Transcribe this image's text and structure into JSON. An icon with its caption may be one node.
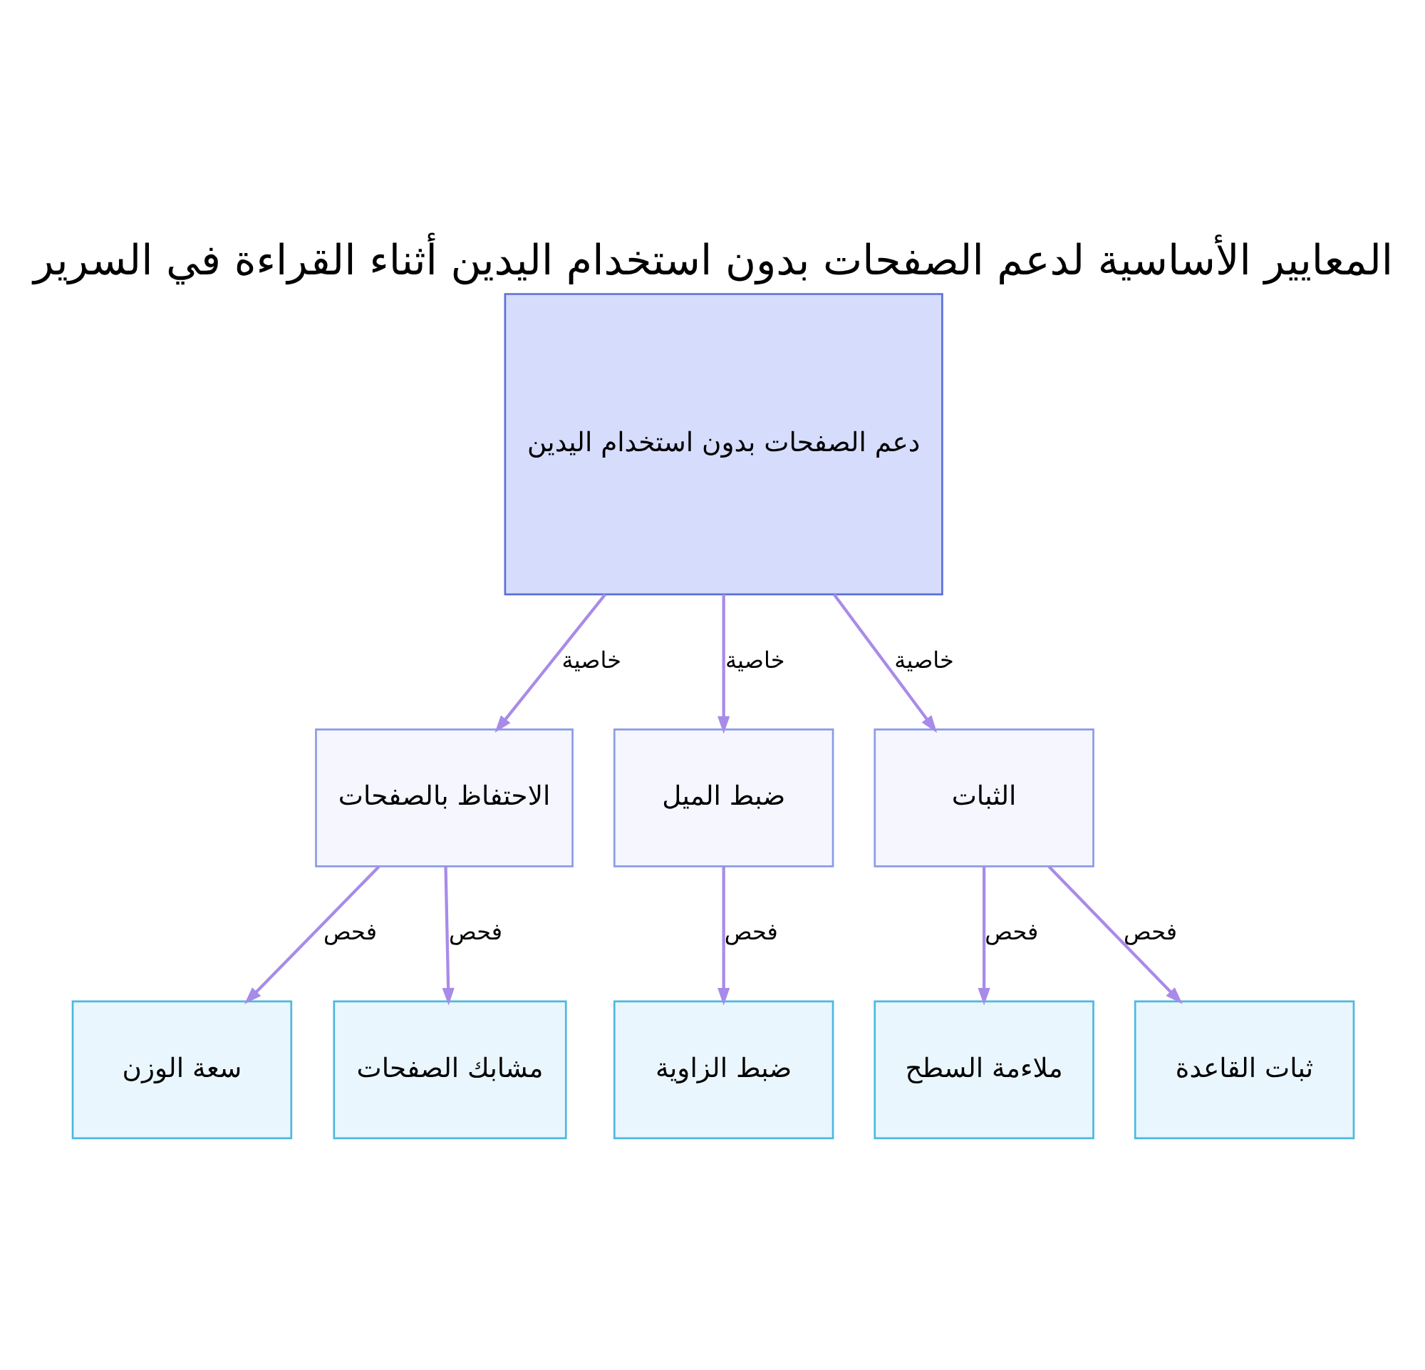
{
  "diagram": {
    "title": "المعايير الأساسية لدعم الصفحات بدون استخدام اليدين أثناء القراءة في السرير",
    "nodes": [
      {
        "text": [
          "دعم الصفحات بدون استخدام اليدين"
        ]
      },
      {
        "text": [
          "الاحتفاظ بالصفحات"
        ]
      },
      {
        "text": [
          "ضبط الميل"
        ]
      },
      {
        "text": [
          "الثبات"
        ]
      },
      {
        "text": [
          "سعة الوزن"
        ]
      },
      {
        "text": [
          "مشابك الصفحات"
        ]
      },
      {
        "text": [
          "ضبط الزاوية"
        ]
      },
      {
        "text": [
          "ملاءمة السطح"
        ]
      },
      {
        "text": [
          "ثبات القاعدة"
        ]
      }
    ],
    "edges": [
      {
        "from": 0,
        "to": 1,
        "arrow": "to",
        "label": "خاصية"
      },
      {
        "from": 0,
        "to": 2,
        "arrow": "to",
        "label": "خاصية"
      },
      {
        "from": 0,
        "to": 3,
        "arrow": "to",
        "label": "خاصية"
      },
      {
        "from": 1,
        "to": 4,
        "arrow": "to",
        "label": "فحص"
      },
      {
        "from": 1,
        "to": 5,
        "arrow": "to",
        "label": "فحص"
      },
      {
        "from": 2,
        "to": 6,
        "arrow": "to",
        "label": "فحص"
      },
      {
        "from": 3,
        "to": 7,
        "arrow": "to",
        "label": "فحص"
      },
      {
        "from": 3,
        "to": 8,
        "arrow": "to",
        "label": "فحص"
      }
    ]
  }
}
